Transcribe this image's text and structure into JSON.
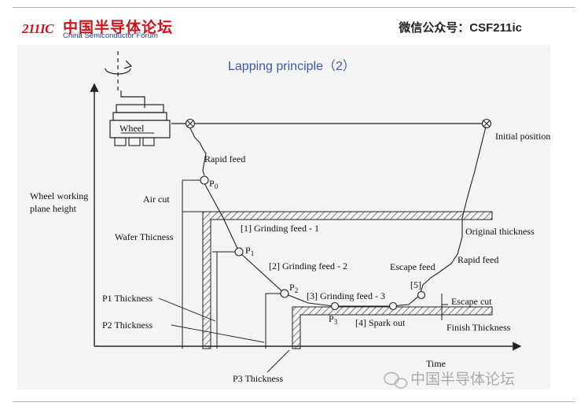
{
  "header": {
    "logo_number": "211IC",
    "logo_cn": "中国半导体论坛",
    "logo_en": "China Semiconductor Forum",
    "wechat_label": "微信公众号：CSF211ic"
  },
  "figure": {
    "title": "Lapping principle（2）",
    "wheel_label": "Wheel",
    "initial_position": "Initial position",
    "rapid_feed_down": "Rapid feed",
    "p0": "P",
    "p0_sub": "0",
    "p1": "P",
    "p1_sub": "1",
    "p2": "P",
    "p2_sub": "2",
    "p3": "P",
    "p3_sub": "3",
    "y_axis_label_line1": "Wheel working",
    "y_axis_label_line2": "plane height",
    "air_cut": "Air cut",
    "wafer_thickness": "Wafer Thicness",
    "p1_thickness": "P1 Thickness",
    "p2_thickness": "P2 Thickness",
    "p3_thickness": "P3 Thickness",
    "grinding_feed_1": "[1] Grinding feed - 1",
    "grinding_feed_2": "[2] Grinding feed - 2",
    "grinding_feed_3": "[3] Grinding feed - 3",
    "spark_out": "[4]  Spark out",
    "step_5": "[5]",
    "escape_feed": "Escape feed",
    "escape_cut": "Escape cut",
    "rapid_feed_up": "Rapid feed",
    "original_thickness": "Original thickness",
    "finish_thickness": "Finish Thickness",
    "x_axis_label": "Time",
    "watermark": "中国半导体论坛"
  }
}
